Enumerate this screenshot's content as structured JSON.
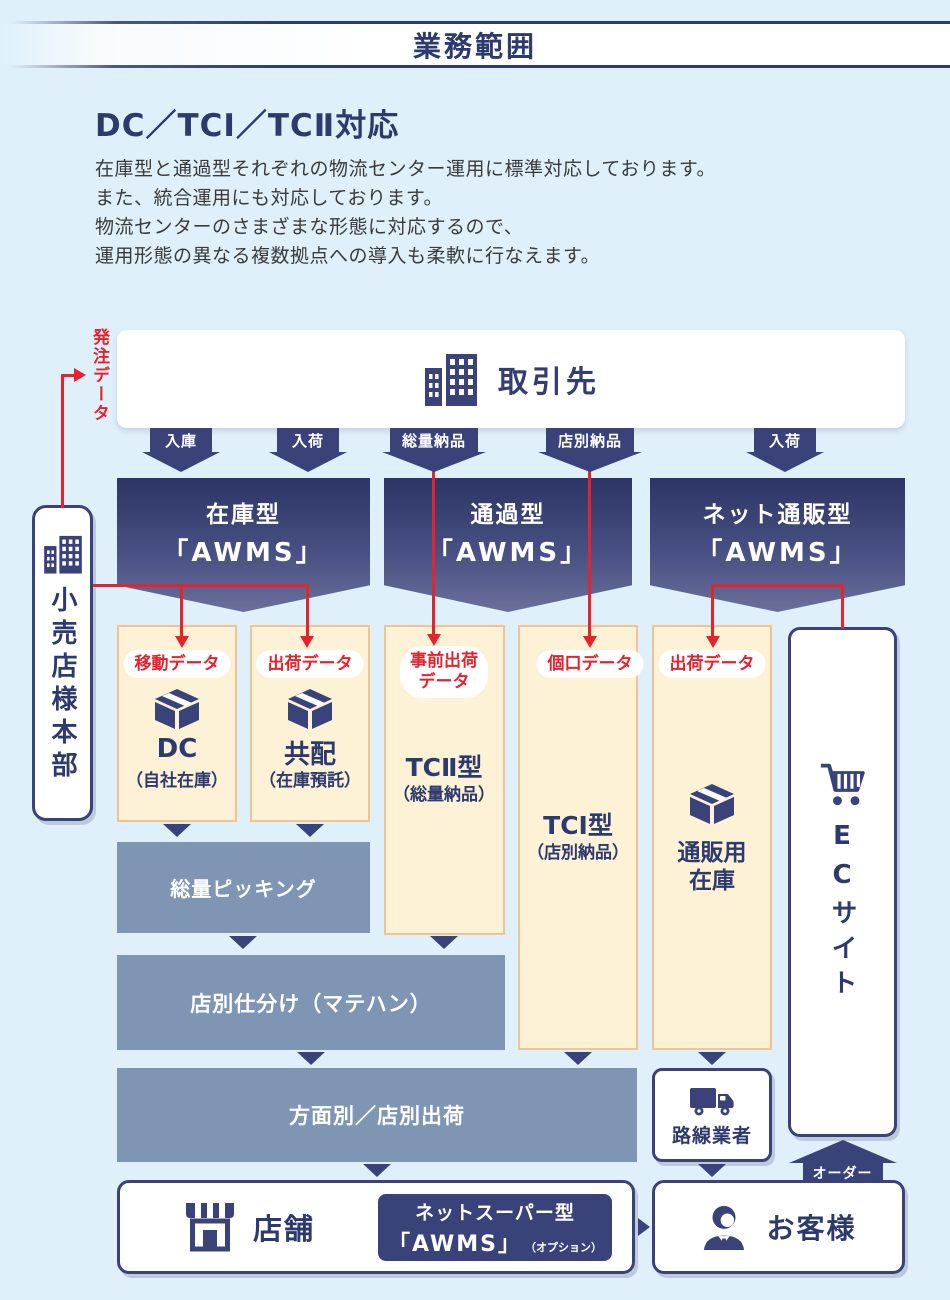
{
  "header": {
    "title": "業務範囲"
  },
  "intro": {
    "heading": "DC／TCⅠ／TCⅡ対応",
    "lines": [
      "在庫型と通過型それぞれの物流センター運用に標準対応しております。",
      "また、統合運用にも対応しております。",
      "物流センターのさまざまな形態に対応するので、",
      "運用形態の異なる複数拠点への導入も柔軟に行なえます。"
    ]
  },
  "diagram": {
    "supplier_label": "取引先",
    "hq_label": "小売店様本部",
    "order_data_label": "発注データ",
    "inbound_labels": [
      "入庫",
      "入荷",
      "総量納品",
      "店別納品",
      "入荷"
    ],
    "banners": [
      {
        "type": "在庫型",
        "product": "「AWMS」"
      },
      {
        "type": "通過型",
        "product": "「AWMS」"
      },
      {
        "type": "ネット通販型",
        "product": "「AWMS」"
      }
    ],
    "pills": {
      "p1": "移動データ",
      "p2": "出荷データ",
      "p3a": "事前出荷",
      "p3b": "データ",
      "p4": "個口データ",
      "p5": "出荷データ"
    },
    "columns": {
      "dc_title": "DC",
      "dc_sub": "（自社在庫）",
      "kyohai_title": "共配",
      "kyohai_sub": "（在庫預託）",
      "tc2_title": "TCⅡ型",
      "tc2_sub": "（総量納品）",
      "tc1_title": "TCⅠ型",
      "tc1_sub": "（店別納品）",
      "ec_stock_l1": "通販用",
      "ec_stock_l2": "在庫"
    },
    "process": [
      "総量ピッキング",
      "店別仕分け（マテハン）",
      "方面別／店別出荷"
    ],
    "carrier_label": "路線業者",
    "ec_label": "ECサイト",
    "order_label": "オーダー",
    "store_label": "店舗",
    "netsuper": {
      "line1": "ネットスーパー型",
      "product": "「AWMS」",
      "note": "（オプション）"
    },
    "customer_label": "お客様"
  },
  "colors": {
    "navy": "#3a4379",
    "red": "#e4232d",
    "slate": "#7e95b4",
    "cream": "#fdf1d6",
    "cream_border": "#f2c492",
    "background": "#dff0fa",
    "banner_top": "#2c3566",
    "banner_bottom": "#6b7099"
  }
}
